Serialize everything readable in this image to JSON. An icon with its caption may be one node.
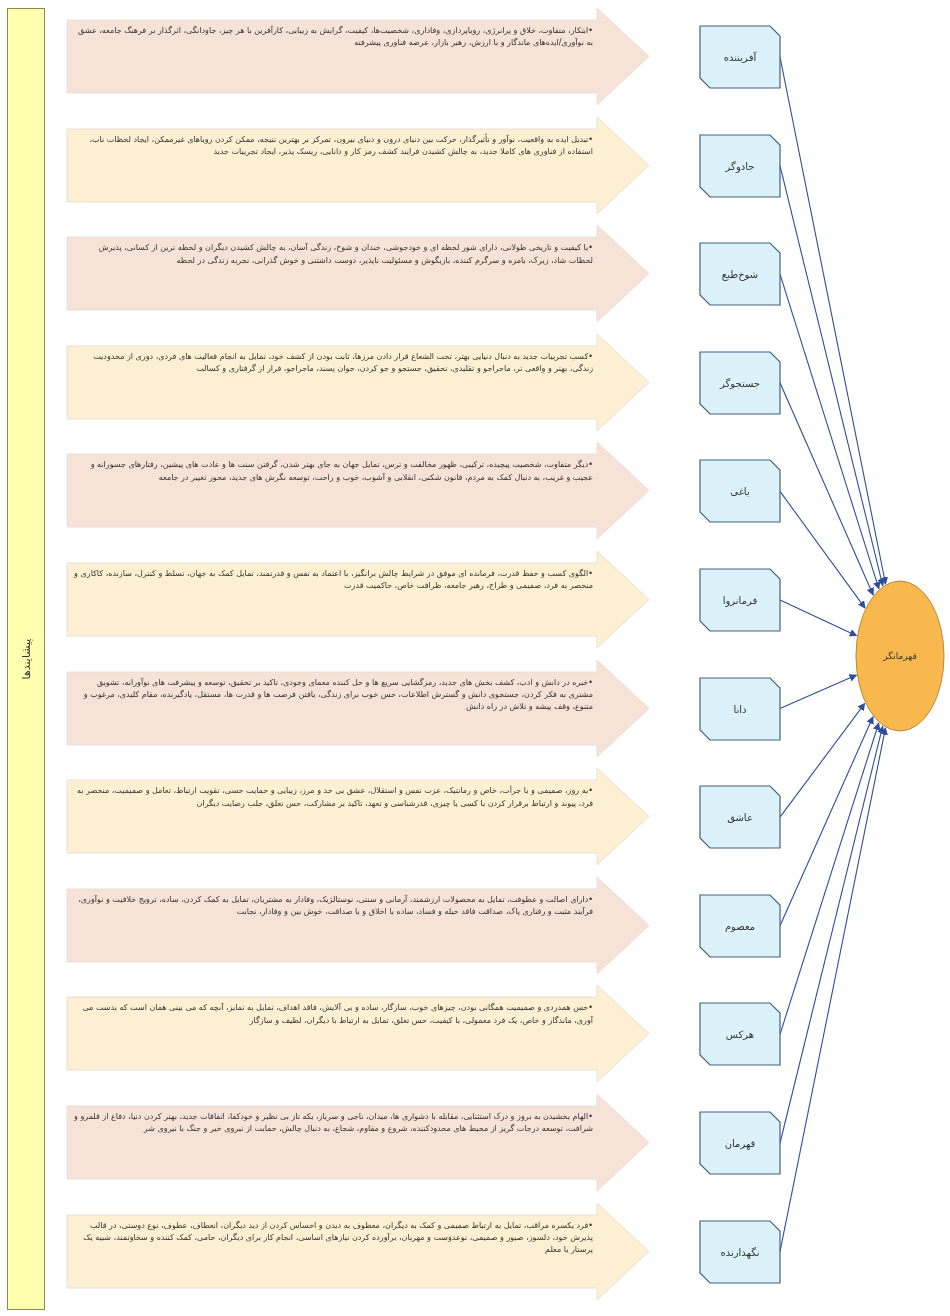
{
  "diagram": {
    "nodes": [
      {
        "text": [
          "پیشایندها"
        ]
      },
      {
        "text": [
          "•ابتکار، متفاوت، خلاق و پرانرژی، رویاپردازی، وفاداری، شخصیت‌ها، کیفیت، گرایش به زیبایی، کارآفرین با هر چیز، جاودانگی، اثرگذار بر فرهنگ جامعه، عشق به نوآوری/ایده‌های ماندگار و با ارزش، رهبر بازار، عرضه فناوری پیشرفته"
        ]
      },
      {
        "text": [
          "•تبدیل ایده به واقعیت، نوآور و تأثیرگذار، حرکت بین دنیای درون و دنیای بیرون، تمرکز بر بهترین نتیجه، ممکن کردن رویاهای غیرممکن، ایجاد لحظات ناب، استفاده از فناوری های کاملا جدید، به چالش کشیدن فرایند کشف رمز کار و دانایی، ریسک پذیر، ایجاد تجربیات جدید"
        ]
      },
      {
        "text": [
          "•با کیفیت و تاریخی طولانی، دارای شور لحظه ای و خودجوشی، خندان و شوخ، زندگی آسان، به چالش کشیدن دیگران و لحظه ترین از کسانی، پذیرش لحظات شاد، زیرک، بامزه و سرگرم کننده، بازیگوش و مسئولیت ناپذیر، دوست داشتنی و خوش گذرانی، تجربه زندگی در لحظه"
        ]
      },
      {
        "text": [
          "•کسب تجربیات جدید به دنبال دنیایی بهتر، تحت الشعاع قرار دادن مرزها، ثابت بودن از کشف خود، تمایل به انجام فعالیت های فردی، دوری از محدودیت زندگی، بهتر و واقعی تر، ماجراجو و تقلیدی، تحقیق، جستجو و جو کردن، جوان پسند، ماجراجو، فرار از گرفتاری و کسالت"
        ]
      },
      {
        "text": [
          "•دیگر متفاوت، شخصیت پیچیده، ترکیبی، ظهور مخالفت و ترس، تمایل جهان به جای بهتر شدن، گرفتن سنت ها و عادت های پیشین، رفتارهای جسورانه و عجیب و غریب، به دنبال کمک به مردم، قانون شکنی، انقلابی و آشوب، خوب و راحت، توسعه نگرش های جدید، محور تغییر در جامعه"
        ]
      },
      {
        "text": [
          "•الگوی کسب و حفظ قدرت، فرمانده ای موفق در شرایط چالش برانگیز، با اعتماد به نفس و قدرتمند، تمایل کمک به جهان، تسلط و کنترل، سازنده، کاکاری و منحصر به فرد، صمیمی و طراح، رهبر جامعه، ظرافت خاص، حاکمیت قدرت"
        ]
      },
      {
        "text": [
          "•خبره در دانش و ادب، کشف بخش های جدید، رمزگشایی سریع ها و حل کننده معمای وجودی، تاکید بر تحقیق، توسعه و پیشرفت های نوآورانه، تشویق مشتری به فکر کردن، جستجوی دانش و گسترش اطلاعات، حس خوب برای زندگی، یافتن فرصت ها و قدرت ها، مستقل، یادگیرنده، مقام کلیدی، مرغوب و متنوع، وقف پیشه و تلاش در راه دانش"
        ]
      },
      {
        "text": [
          "•به روز، صمیمی و با جرأت، خاص و رمانتیک، عزت نفس و استقلال، عشق بی حد و مرز، زیبایی و حمایت حسی، تقویت ارتباط، تعامل و صمیمیت، منحصر به فرد، پیوند و ارتباط برقرار کردن با کسی یا چیزی، قدرشناسی و تعهد، تاکید بر مشارکت، حس تعلق، جلب رضایت دیگران"
        ]
      },
      {
        "text": [
          "•دارای اصالت و عطوفت، تمایل به محصولات ارزشمند، آرمانی و سنتی، نوستالژیک، وفادار به مشتریان، تمایل به کمک کردن، ساده، ترویج خلاقیت و نوآوری، فرآیند مثبت و رفتاری پاک، صداقت فاقد حیله و فساد، ساده با اخلاق و با صداقت، خوش بین و وفادار، نجابت"
        ]
      },
      {
        "text": [
          "•حس همدردی و صمیمیت همگانی بودن، چیزهای خوب، سازگار، ساده و بی آلایش، فاقد اهداف، تمایل به تمایز، آنچه که می بینی همان است که بدست می آوری، ماندگار و خاص، یک فرد معمولی، با کیفیت، حس تعلق، تمایل به ارتباط با دیگران، لطیف و سازگار"
        ]
      },
      {
        "text": [
          "•الهام بخشیدن به بروز و درک استثنایی، مقابله با دشواری ها، میدان، ناجی و سرباز، یکه تاز بی نظیر و خودکفا، اتفاقات جدید، بهتر کردن دنیا، دفاع از قلمرو و شرافت، توسعه درجات گریز از محیط های محدودکننده، شروع و مقاوم، شجاع، به دنبال چالش، حمایت از نیروی خیر و جنگ با نیروی شر"
        ]
      },
      {
        "text": [
          "•فرد یکسره مراقب، تمایل به ارتباط صمیمی و کمک به دیگران، معطوف به دیدن و احساس کردن از دید دیگران، انعطاف، عطوف، نوع دوستی، در قالب پذیرش خود، دلسوز، صبور و صمیمی، نوعدوست و مهربان، برآورده کردن نیازهای اساسی، انجام کار برای دیگران، حامی، کمک کننده و سخاوتمند، شبیه یک پرستار یا معلم"
        ]
      },
      {
        "text": [
          "آفریننده"
        ]
      },
      {
        "text": [
          "جادوگر"
        ]
      },
      {
        "text": [
          "شوخ‌طبع"
        ]
      },
      {
        "text": [
          "جستجوگر"
        ]
      },
      {
        "text": [
          "یاغی"
        ]
      },
      {
        "text": [
          "فرمانروا"
        ]
      },
      {
        "text": [
          "دانا"
        ]
      },
      {
        "text": [
          "عاشق"
        ]
      },
      {
        "text": [
          "معصوم"
        ]
      },
      {
        "text": [
          "هرکس"
        ]
      },
      {
        "text": [
          "قهرمان"
        ]
      },
      {
        "text": [
          "نگهدارنده"
        ]
      },
      {
        "text": [
          "قهرمانگر"
        ]
      }
    ],
    "edges": [
      {
        "from": 13,
        "to": 25,
        "arrow": "to"
      },
      {
        "from": 14,
        "to": 25,
        "arrow": "to"
      },
      {
        "from": 15,
        "to": 25,
        "arrow": "to"
      },
      {
        "from": 16,
        "to": 25,
        "arrow": "to"
      },
      {
        "from": 17,
        "to": 25,
        "arrow": "to"
      },
      {
        "from": 18,
        "to": 25,
        "arrow": "to"
      },
      {
        "from": 19,
        "to": 25,
        "arrow": "to"
      },
      {
        "from": 20,
        "to": 25,
        "arrow": "to"
      },
      {
        "from": 21,
        "to": 25,
        "arrow": "to"
      },
      {
        "from": 22,
        "to": 25,
        "arrow": "to"
      },
      {
        "from": 23,
        "to": 25,
        "arrow": "to"
      },
      {
        "from": 24,
        "to": 25,
        "arrow": "to"
      }
    ]
  }
}
